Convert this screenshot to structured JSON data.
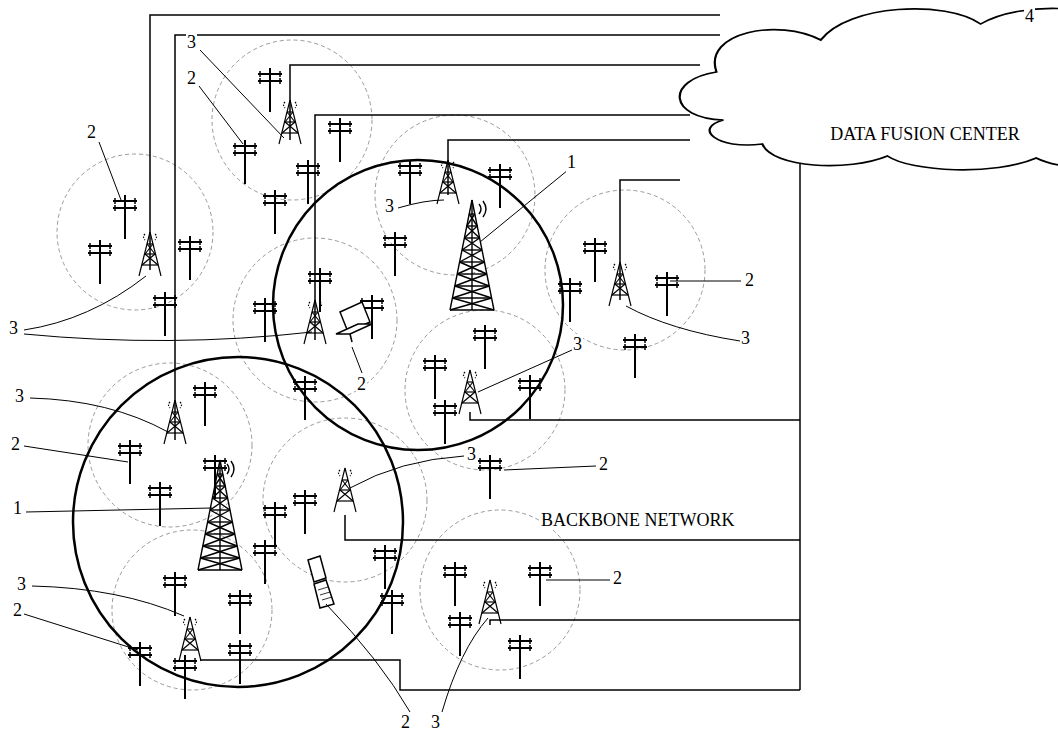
{
  "diagram": {
    "nodes": [
      {
        "text": [
          "DATA FUSION CENTER"
        ]
      }
    ],
    "labels": [
      "4",
      "3",
      "2",
      "2",
      "3",
      "1",
      "2",
      "3",
      "2",
      "3",
      "3",
      "3",
      "2",
      "2",
      "1",
      "3",
      "BACKBONE NETWORK",
      "2",
      "3",
      "2",
      "2",
      "3"
    ]
  }
}
